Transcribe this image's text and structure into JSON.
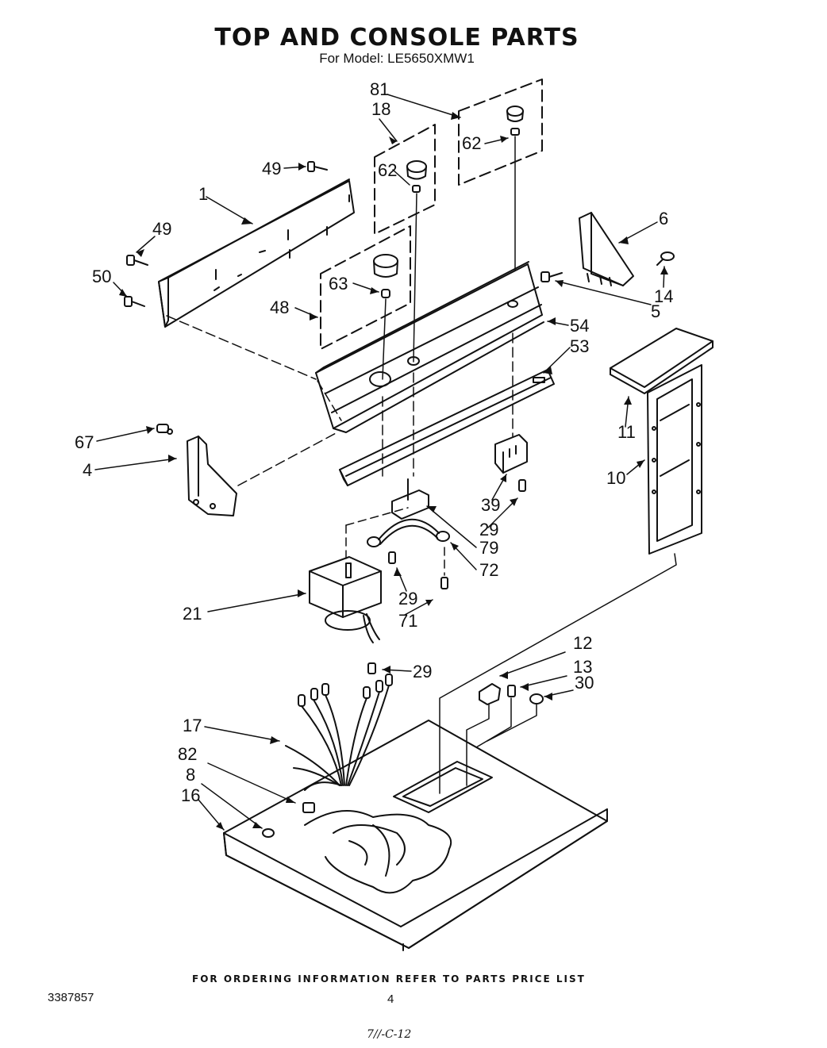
{
  "title": "TOP AND CONSOLE PARTS",
  "subtitle": "For Model: LE5650XMW1",
  "callouts": {
    "c81": "81",
    "c18": "18",
    "c62a": "62",
    "c62b": "62",
    "c49a": "49",
    "c49b": "49",
    "c1": "1",
    "c50": "50",
    "c63": "63",
    "c48": "48",
    "c6": "6",
    "c14": "14",
    "c5": "5",
    "c54": "54",
    "c53": "53",
    "c11": "11",
    "c10": "10",
    "c67": "67",
    "c4": "4",
    "c39": "39",
    "c29a": "29",
    "c79": "79",
    "c72": "72",
    "c29b": "29",
    "c71": "71",
    "c21": "21",
    "c29c": "29",
    "c12": "12",
    "c13": "13",
    "c30": "30",
    "c17": "17",
    "c82": "82",
    "c8": "8",
    "c16": "16"
  },
  "footer": "FOR ORDERING INFORMATION REFER TO PARTS PRICE LIST",
  "doc_number": "3387857",
  "page_number": "4",
  "handwritten_note": "7//-C-12"
}
